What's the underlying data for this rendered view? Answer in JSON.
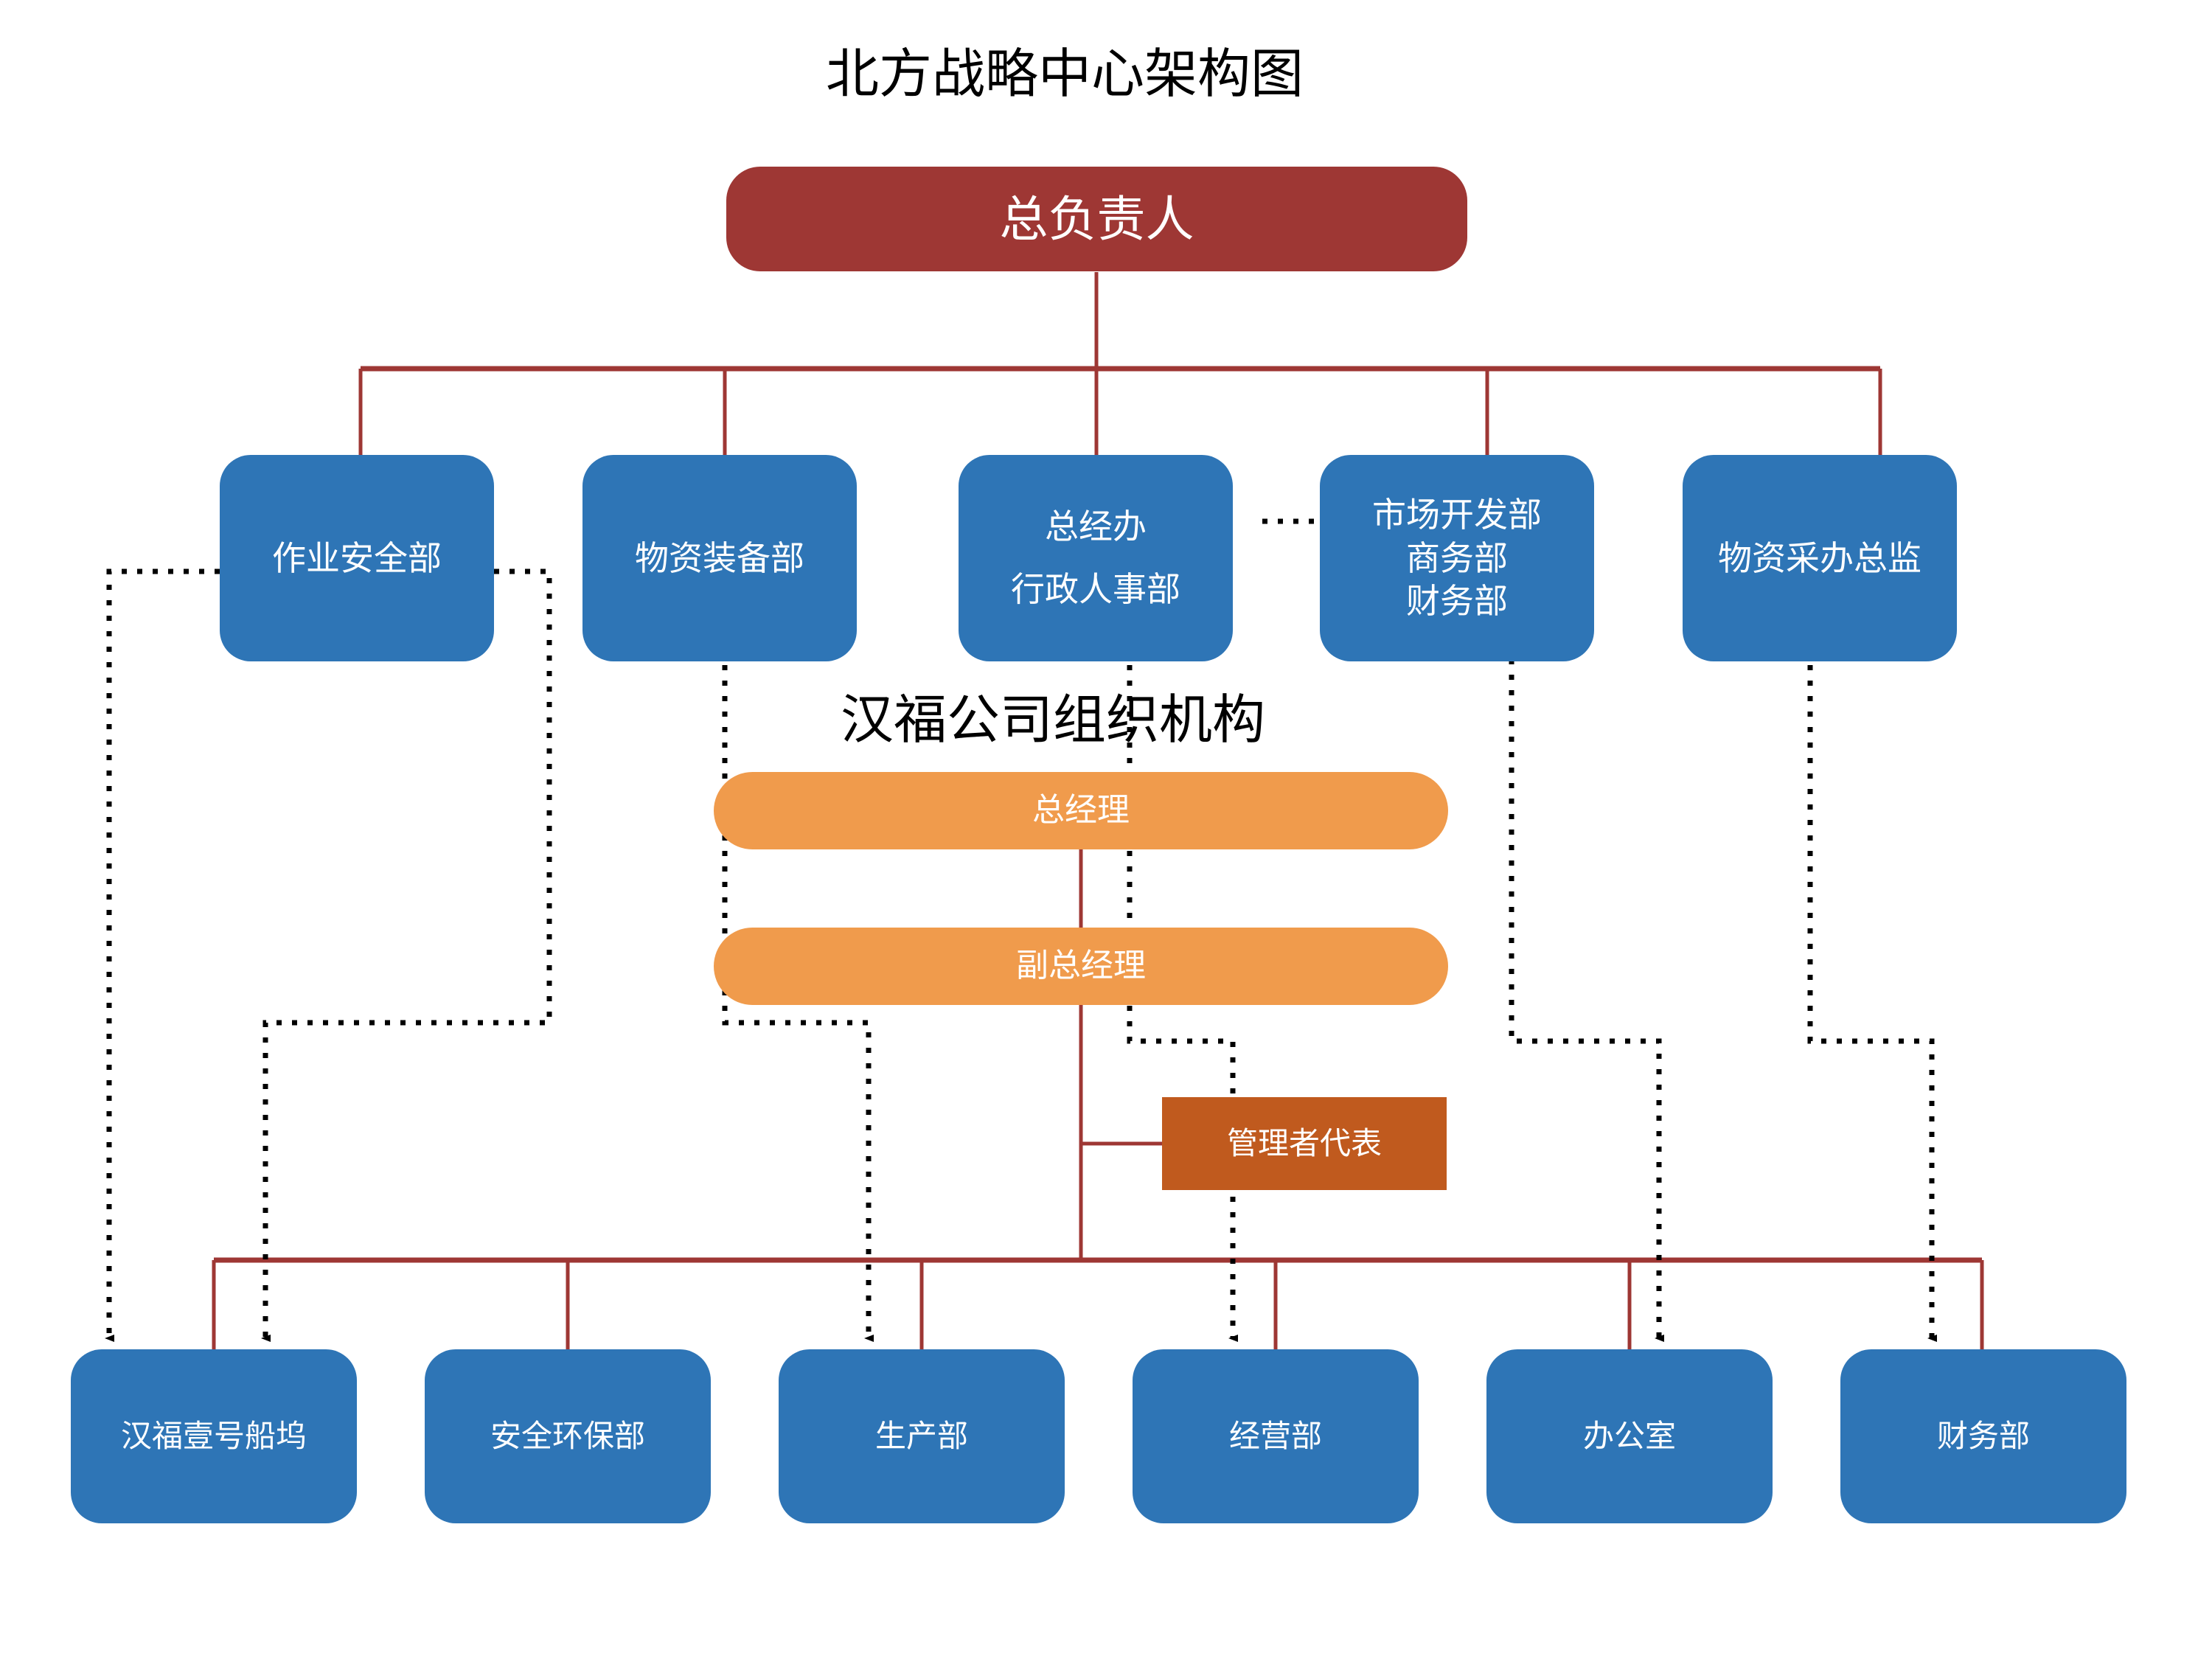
{
  "titles": {
    "main": "北方战略中心架构图",
    "secondary": "汉福公司组织机构"
  },
  "colors": {
    "root_red": "#9E3734",
    "blue": "#2E75B6",
    "orange": "#F09B4C",
    "brown": "#C05A1E",
    "connector_red": "#9E3734",
    "connector_dotted": "#000000",
    "background": "#FFFFFF",
    "text_on_fill": "#FFFFFF",
    "title_text": "#000000"
  },
  "chart_data": {
    "type": "diagram",
    "diagram_kind": "organization-chart",
    "title": "北方战略中心架构图",
    "secondary_title": "汉福公司组织机构",
    "levels": [
      {
        "level": 0,
        "nodes": [
          "总负责人"
        ]
      },
      {
        "level": 1,
        "nodes": [
          "作业安全部",
          "物资装备部",
          "总经办 / 行政人事部",
          "市场开发部 / 商务部 / 财务部",
          "物资采办总监"
        ]
      },
      {
        "level": 2,
        "nodes": [
          "总经理",
          "副总经理",
          "管理者代表"
        ]
      },
      {
        "level": 3,
        "nodes": [
          "汉福壹号船坞",
          "安全环保部",
          "生产部",
          "经营部",
          "办公室",
          "财务部"
        ]
      }
    ],
    "solid_edges": [
      {
        "from": "总负责人",
        "to": "作业安全部"
      },
      {
        "from": "总负责人",
        "to": "物资装备部"
      },
      {
        "from": "总负责人",
        "to": "总经办/行政人事部"
      },
      {
        "from": "总负责人",
        "to": "市场开发部/商务部/财务部"
      },
      {
        "from": "总负责人",
        "to": "物资采办总监"
      },
      {
        "from": "总经理",
        "to": "副总经理"
      },
      {
        "from": "副总经理",
        "to": "管理者代表"
      },
      {
        "from": "副总经理",
        "to": "汉福壹号船坞"
      },
      {
        "from": "副总经理",
        "to": "安全环保部"
      },
      {
        "from": "副总经理",
        "to": "生产部"
      },
      {
        "from": "副总经理",
        "to": "经营部"
      },
      {
        "from": "副总经理",
        "to": "办公室"
      },
      {
        "from": "副总经理",
        "to": "财务部"
      }
    ],
    "dotted_edges": [
      {
        "from": "作业安全部",
        "to": "汉福壹号船坞"
      },
      {
        "from": "作业安全部",
        "to": "安全环保部"
      },
      {
        "from": "物资装备部",
        "to": "生产部"
      },
      {
        "from": "总经办/行政人事部",
        "to": "经营部"
      },
      {
        "from": "市场开发部/商务部/财务部",
        "to": "办公室"
      },
      {
        "from": "物资采办总监",
        "to": "财务部"
      }
    ]
  },
  "nodes": {
    "root": {
      "label": "总负责人"
    },
    "row1": [
      {
        "id": "zuoye-anquan-bu",
        "lines": [
          "作业安全部"
        ]
      },
      {
        "id": "wuzi-zhuangbei-bu",
        "lines": [
          "物资装备部"
        ]
      },
      {
        "id": "zongjingban",
        "lines": [
          "总经办",
          "行政人事部"
        ]
      },
      {
        "id": "shichang-kaifa-bu",
        "lines": [
          "市场开发部",
          "商务部",
          "财务部"
        ]
      },
      {
        "id": "wuzi-caiban-zongjian",
        "lines": [
          "物资采办总监"
        ]
      }
    ],
    "mid": [
      {
        "id": "zongjingli",
        "label": "总经理"
      },
      {
        "id": "fuzongjingli",
        "label": "副总经理"
      }
    ],
    "manager_rep": {
      "id": "guanlizhe-daibiao",
      "label": "管理者代表"
    },
    "row3": [
      {
        "id": "hanfu-yihao-chuanwu",
        "label": "汉福壹号船坞"
      },
      {
        "id": "anquan-huanbao-bu",
        "label": "安全环保部"
      },
      {
        "id": "shengchan-bu",
        "label": "生产部"
      },
      {
        "id": "jingying-bu",
        "label": "经营部"
      },
      {
        "id": "bangongshi",
        "label": "办公室"
      },
      {
        "id": "caiwu-bu",
        "label": "财务部"
      }
    ]
  }
}
